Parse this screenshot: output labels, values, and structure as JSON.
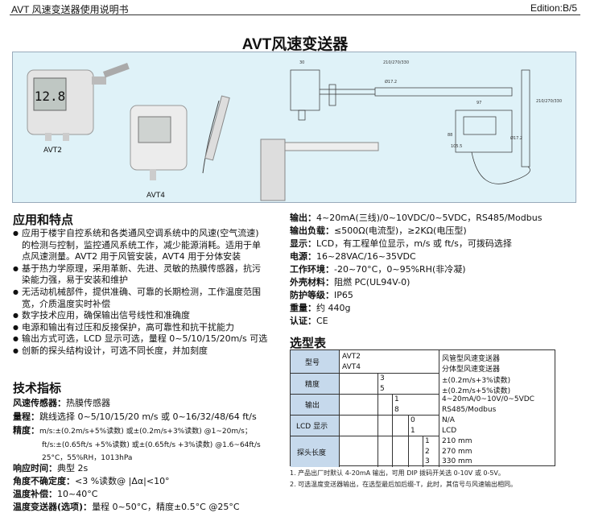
{
  "header": {
    "left": "AVT 风速变送器使用说明书",
    "right": "Edition:B/5"
  },
  "title": "AVT风速变送器",
  "panel": {
    "label1": "AVT2",
    "label2": "AVT4",
    "display": "12.8",
    "dims": {
      "d30": "30",
      "d210": "210/270/330",
      "d172": "Ø17.2",
      "d97": "97",
      "d88": "88",
      "d105": "105.5",
      "d210v": "210/270/330",
      "d172b": "Ø17.2"
    }
  },
  "app": {
    "heading": "应用和特点",
    "items": [
      "应用于楼宇自控系统和各类通风空调系统中的风速(空气流速)",
      "的检测与控制，监控通风系统工作，减少能源消耗。适用于单",
      "点风速测量。AVT2 用于风管安装，AVT4 用于分体安装",
      "基于热力学原理，采用革新、先进、灵敏的热膜传感器，抗污",
      "染能力强，易于安装和维护",
      "无活动机械部件，提供准确、可靠的长期检测，工作温度范围",
      "宽，介质温度实时补偿",
      "数字技术应用，确保输出信号线性和准确度",
      "电源和输出有过压和反接保护，高可靠性和抗干扰能力",
      "输出方式可选，LCD 显示可选，量程 0~5/10/15/20m/s 可选",
      "创新的探头结构设计，可选不同长度，并加刻度"
    ]
  },
  "tech": {
    "heading": "技术指标",
    "sensor_k": "风速传感器：",
    "sensor_v": "热膜传感器",
    "range_k": "量程：",
    "range_v": "跳线选择 0~5/10/15/20 m/s 或 0~16/32/48/64 ft/s",
    "acc_k": "精度：",
    "acc_1": "m/s:±(0.2m/s+5%读数) 或±(0.2m/s+3%读数) @1~20m/s；",
    "acc_2": "ft/s:±(0.65ft/s +5%读数) 或±(0.65ft/s +3%读数) @1.6~64ft/s",
    "acc_3": "25°C，55%RH，1013hPa",
    "resp_k": "响应时间：",
    "resp_v": "典型 2s",
    "angle_k": "角度不确定度：",
    "angle_v": "<3 %读数@ |Δα|<10°",
    "comp_k": "温度补偿：",
    "comp_v": "10~40°C",
    "temp_k": "温度变送器(选项)：",
    "temp_v": "量程 0~50°C，精度±0.5°C @25°C"
  },
  "right": {
    "out_k": "输出：",
    "out_v": "4~20mA(三线)/0~10VDC/0~5VDC，RS485/Modbus",
    "load_k": "输出负载：",
    "load_v": "≤500Ω(电流型)，≥2KΩ(电压型)",
    "disp_k": "显示：",
    "disp_v": "LCD，有工程单位显示，m/s 或 ft/s，可拨码选择",
    "pow_k": "电源：",
    "pow_v": "16~28VAC/16~35VDC",
    "env_k": "工作环境：",
    "env_v": "-20~70°C，0~95%RH(非冷凝)",
    "mat_k": "外壳材料：",
    "mat_v": "阻燃 PC(UL94V-0)",
    "ip_k": "防护等级：",
    "ip_v": "IP65",
    "wt_k": "重量：",
    "wt_v": "约 440g",
    "cert_k": "认证：",
    "cert_v": "CE"
  },
  "select": {
    "heading": "选型表",
    "r1": "型号",
    "r2": "精度",
    "r3": "输出",
    "r4": "LCD 显示",
    "r5": "探头长度",
    "m1": "AVT2",
    "m2": "AVT4",
    "a3": "3",
    "a5": "5",
    "o1": "1",
    "o8": "8",
    "l0": "0",
    "l1": "1",
    "p1": "1",
    "p2": "2",
    "p3": "3",
    "d1": "风管型风速变送器",
    "d2": "分体型风速变送器",
    "d3": "±(0.2m/s+3%读数)",
    "d4": "±(0.2m/s+5%读数)",
    "d5": "4~20mA/0~10V/0~5VDC",
    "d6": "RS485/Modbus",
    "d7": "N/A",
    "d8": "LCD",
    "d9": "210 mm",
    "d10": "270 mm",
    "d11": "330 mm"
  },
  "notes": [
    "1. 产品出厂时默认 4-20mA 输出，可用 DIP 拨码开关选 0-10V 或 0-5V。",
    "2. 可选温度变送器输出，在选型最后加后缀-T，此时，其信号与风速输出相同。"
  ]
}
